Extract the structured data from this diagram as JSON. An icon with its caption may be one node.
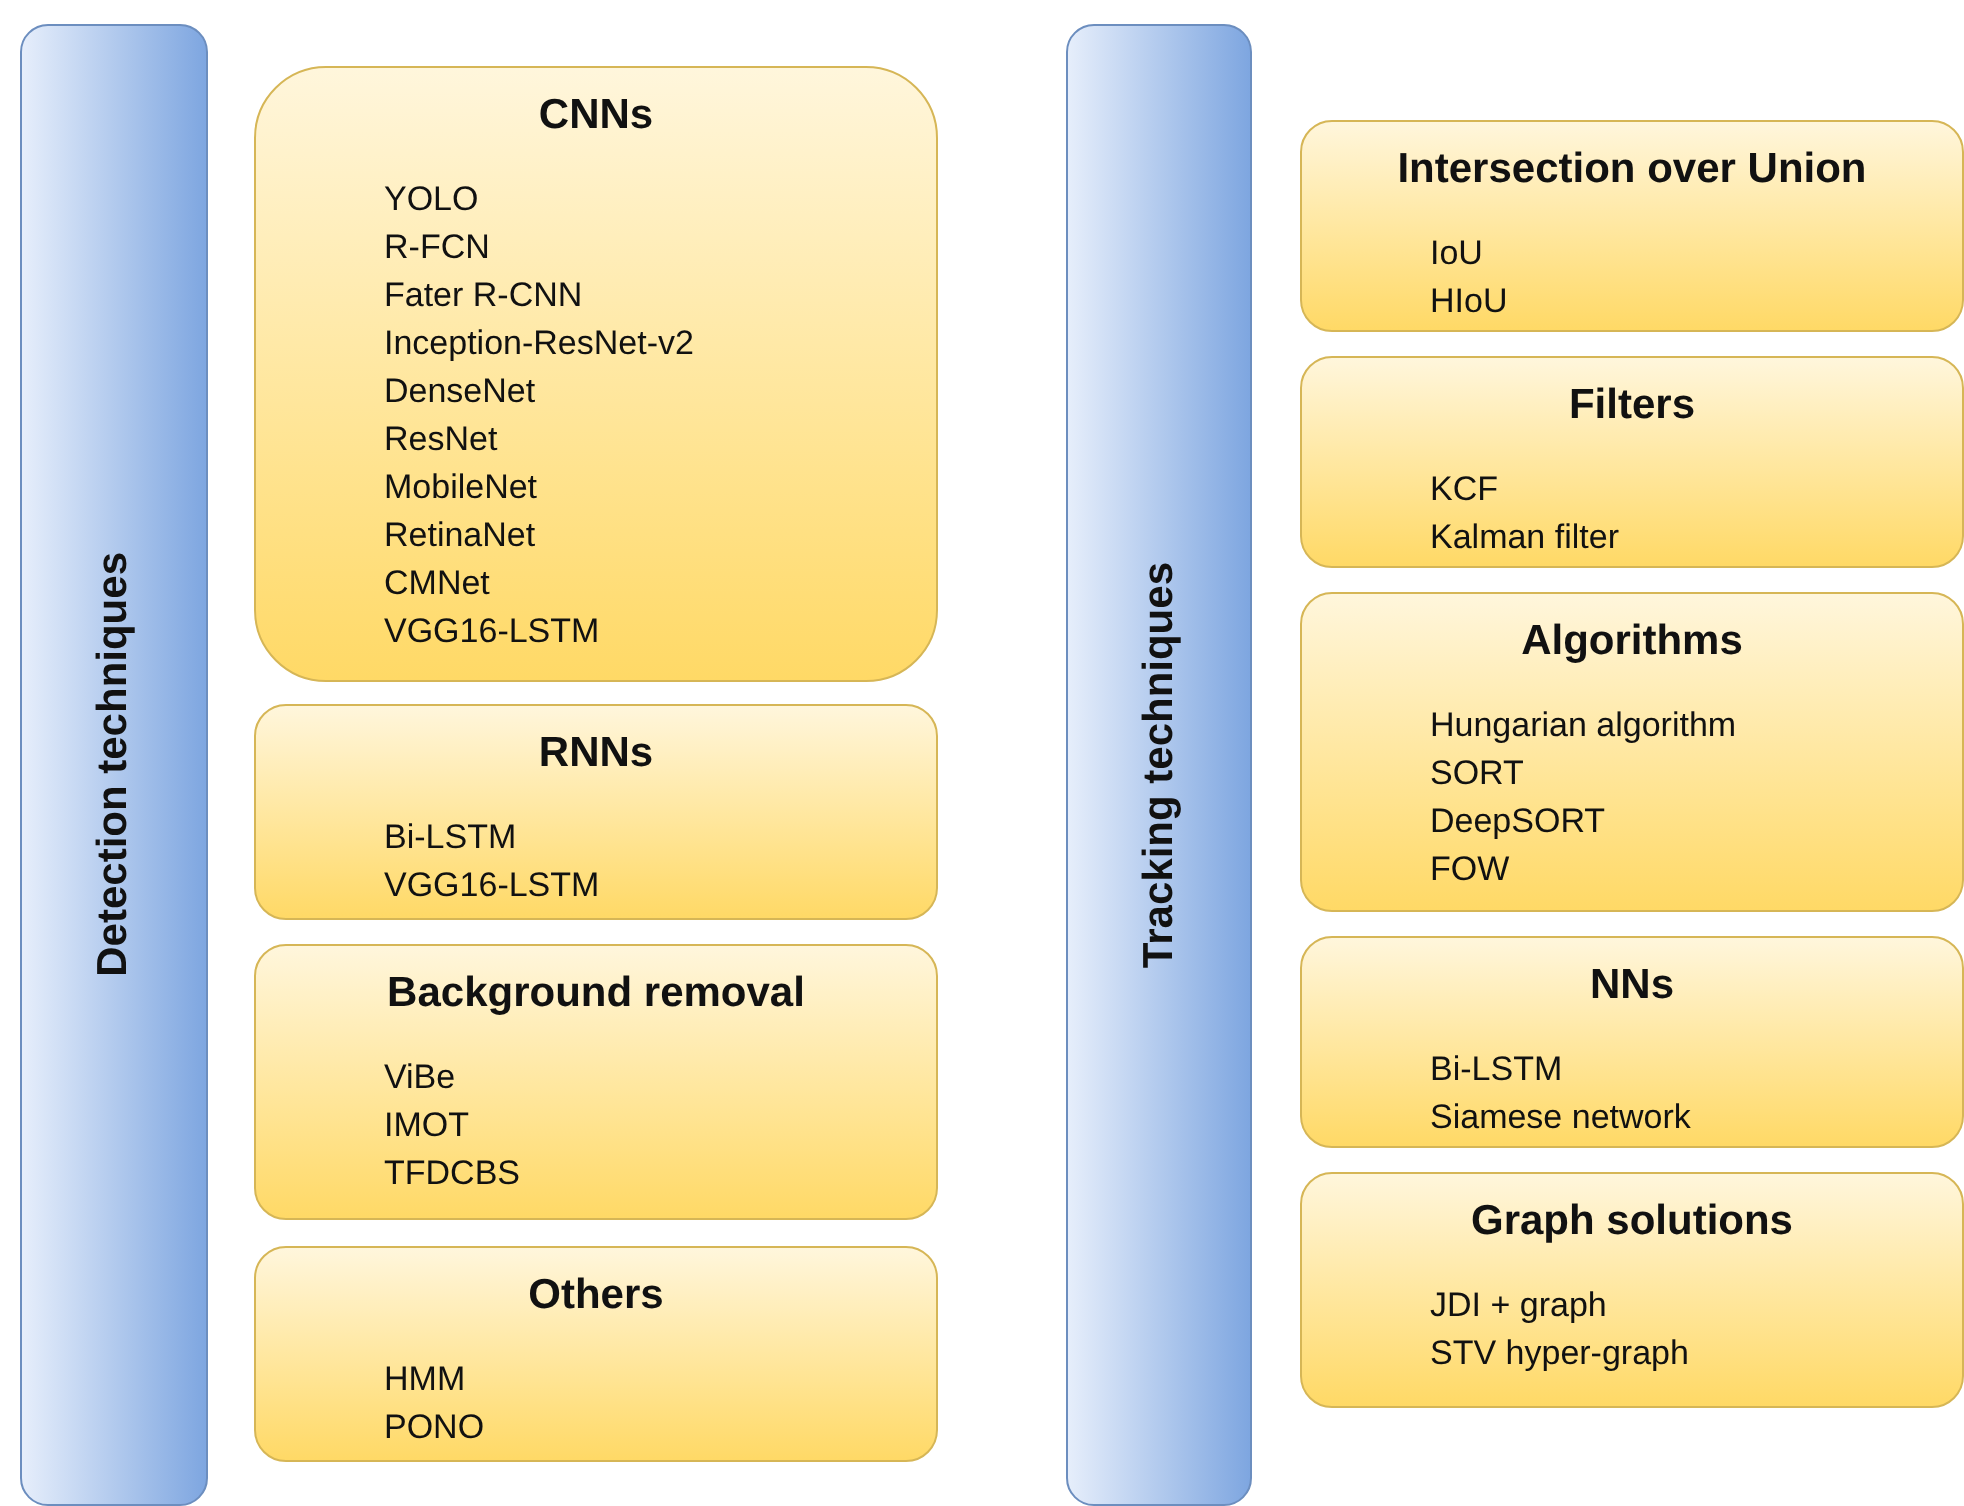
{
  "diagram": {
    "nodes": [
      {
        "text": [
          "Detection techniques"
        ]
      },
      {
        "text": [
          "CNNs",
          "YOLO",
          "R-FCN",
          "Fater R-CNN",
          "Inception-ResNet-v2",
          "DenseNet",
          "ResNet",
          "MobileNet",
          "RetinaNet",
          "CMNet",
          "VGG16-LSTM"
        ]
      },
      {
        "text": [
          "RNNs",
          "Bi-LSTM",
          "VGG16-LSTM"
        ]
      },
      {
        "text": [
          "Background removal",
          "ViBe",
          "IMOT",
          "TFDCBS"
        ]
      },
      {
        "text": [
          "Others",
          "HMM",
          "PONO"
        ]
      },
      {
        "text": [
          "Tracking techniques"
        ]
      },
      {
        "text": [
          "Intersection over Union",
          "IoU",
          "HIoU"
        ]
      },
      {
        "text": [
          "Filters",
          "KCF",
          "Kalman filter"
        ]
      },
      {
        "text": [
          "Algorithms",
          "Hungarian algorithm",
          "SORT",
          "DeepSORT",
          "FOW"
        ]
      },
      {
        "text": [
          "NNs",
          "Bi-LSTM",
          "Siamese network"
        ]
      },
      {
        "text": [
          "Graph solutions",
          "JDI + graph",
          "STV hyper-graph"
        ]
      }
    ],
    "edges": []
  }
}
